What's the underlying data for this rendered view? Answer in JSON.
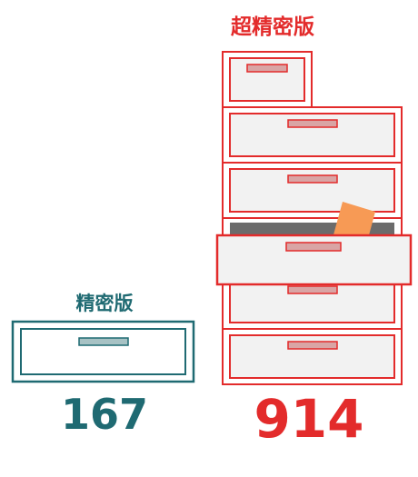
{
  "standard": {
    "label": "精密版",
    "value": "167",
    "color": "#1f6a72"
  },
  "ultra": {
    "label": "超精密版",
    "value": "914",
    "color": "#e32b2b"
  },
  "colors": {
    "drawer_fill": "#f2f2f2",
    "handle_fill": "#d9a5a5",
    "handle_fill_teal": "#a7c2c4",
    "shadow": "#6b6b6b",
    "paper": "#f79a55"
  }
}
